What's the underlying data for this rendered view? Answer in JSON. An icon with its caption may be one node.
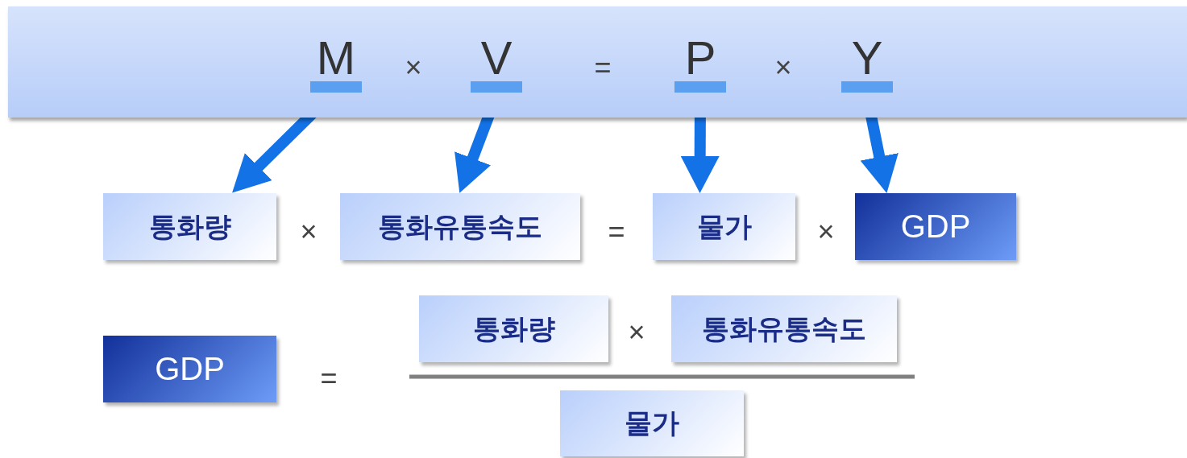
{
  "diagram": {
    "nodes": [
      {
        "text": [],
        "shape": "bar"
      },
      {
        "text": [
          "M"
        ],
        "in": 0
      },
      {
        "text": [
          "V"
        ],
        "in": 0
      },
      {
        "text": [
          "P"
        ],
        "in": 0
      },
      {
        "text": [
          "Y"
        ],
        "in": 0
      },
      {
        "text": [
          "통화량"
        ]
      },
      {
        "text": [
          "통화유통속도"
        ]
      },
      {
        "text": [
          "물가"
        ]
      },
      {
        "text": [
          "GDP"
        ]
      },
      {
        "text": [
          "GDP"
        ]
      },
      {
        "text": [
          "통화량"
        ]
      },
      {
        "text": [
          "통화유통속도"
        ]
      },
      {
        "text": [
          "물가"
        ]
      }
    ],
    "edges": [
      {
        "from": 1,
        "to": 5,
        "arrow": "to"
      },
      {
        "from": 2,
        "to": 6,
        "arrow": "to"
      },
      {
        "from": 3,
        "to": 7,
        "arrow": "to"
      },
      {
        "from": 4,
        "to": 8,
        "arrow": "to"
      }
    ],
    "labels": [
      "×",
      "=",
      "×",
      "×",
      "=",
      "×",
      "=",
      "×"
    ]
  }
}
